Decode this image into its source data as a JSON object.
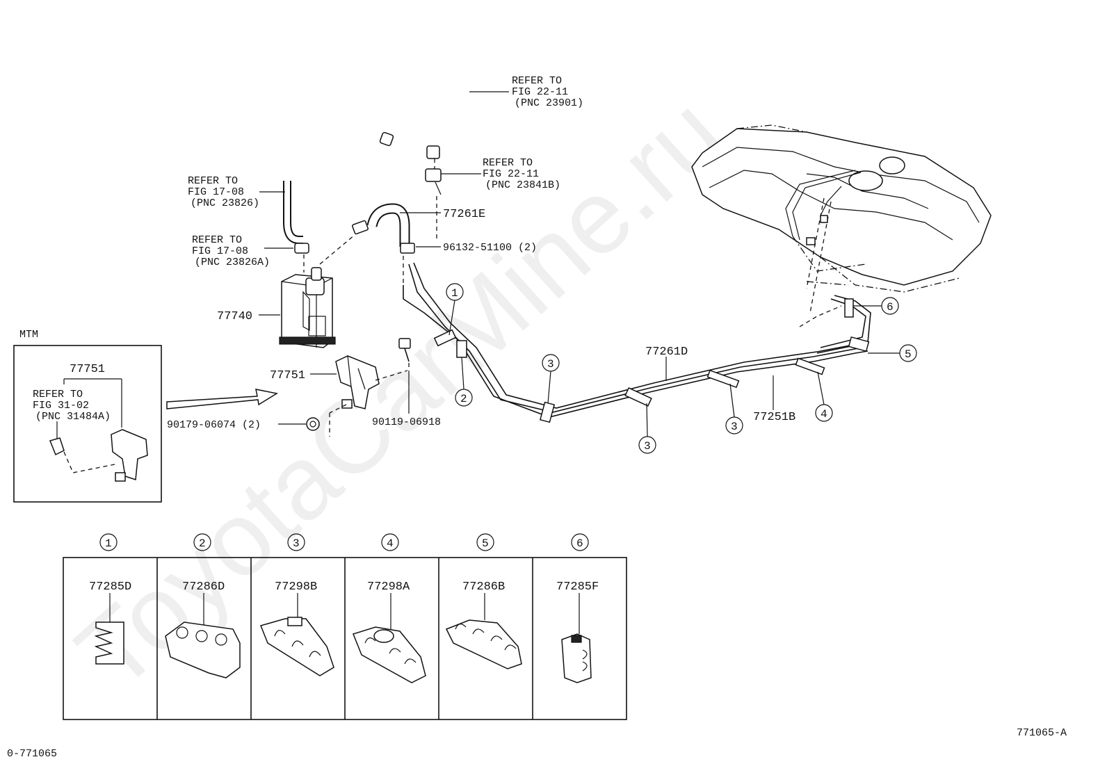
{
  "watermark": "ToyotaCarMine.ru",
  "labels": {
    "refer_23901": [
      "REFER TO",
      "FIG 22-11",
      "(PNC 23901)"
    ],
    "refer_23841b": [
      "REFER TO",
      "FIG 22-11",
      "(PNC 23841B)"
    ],
    "refer_23826": [
      "REFER TO",
      "FIG 17-08",
      "(PNC 23826)"
    ],
    "refer_23826a": [
      "REFER TO",
      "FIG 17-08",
      "(PNC 23826A)"
    ],
    "refer_31484a": [
      "REFER TO",
      "FIG 31-02",
      "(PNC 31484A)"
    ],
    "p77261e": "77261E",
    "p96132": "96132-51100 (2)",
    "p77740": "77740",
    "p77751_main": "77751",
    "p77751_inset": "77751",
    "p90179": "90179-06074 (2)",
    "p90119": "90119-06918",
    "p77261d": "77261D",
    "p77251b": "77251B",
    "mtm": "MTM",
    "footer_left": "0-771065",
    "footer_right": "771065-A"
  },
  "callouts": {
    "c1": "1",
    "c2": "2",
    "c3a": "3",
    "c3b": "3",
    "c3c": "3",
    "c4": "4",
    "c5": "5",
    "c6": "6"
  },
  "clamp_table": [
    {
      "index": "1",
      "part": "77285D"
    },
    {
      "index": "2",
      "part": "77286D"
    },
    {
      "index": "3",
      "part": "77298B"
    },
    {
      "index": "4",
      "part": "77298A"
    },
    {
      "index": "5",
      "part": "77286B"
    },
    {
      "index": "6",
      "part": "77285F"
    }
  ],
  "icons": {
    "clamp": "clamp-icon",
    "canister": "charcoal-canister-icon",
    "fuel_tank": "fuel-tank-icon",
    "hose": "hose-icon",
    "bolt": "bolt-icon",
    "arrow": "arrow-right-icon"
  }
}
